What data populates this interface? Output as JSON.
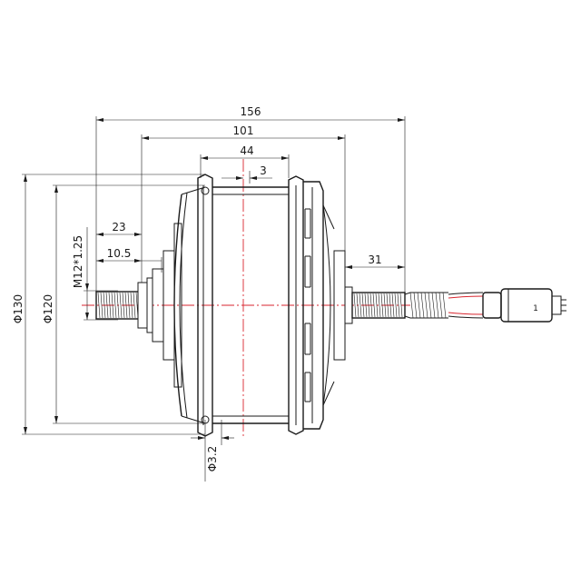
{
  "colors": {
    "line": "#1a1a1a",
    "centerline": "#d9262f",
    "background": "#ffffff"
  },
  "dimensions": {
    "overall_width": "156",
    "hub_width": "101",
    "flange_spacing": "44",
    "offset": "3",
    "axle_left": "23",
    "axle_shoulder": "10.5",
    "axle_right": "31",
    "diameter_outer": "Φ130",
    "diameter_inner": "Φ120",
    "thread": "M12*1.25",
    "spoke_hole": "Φ3.2"
  },
  "connector": {
    "pin_label": "1"
  }
}
